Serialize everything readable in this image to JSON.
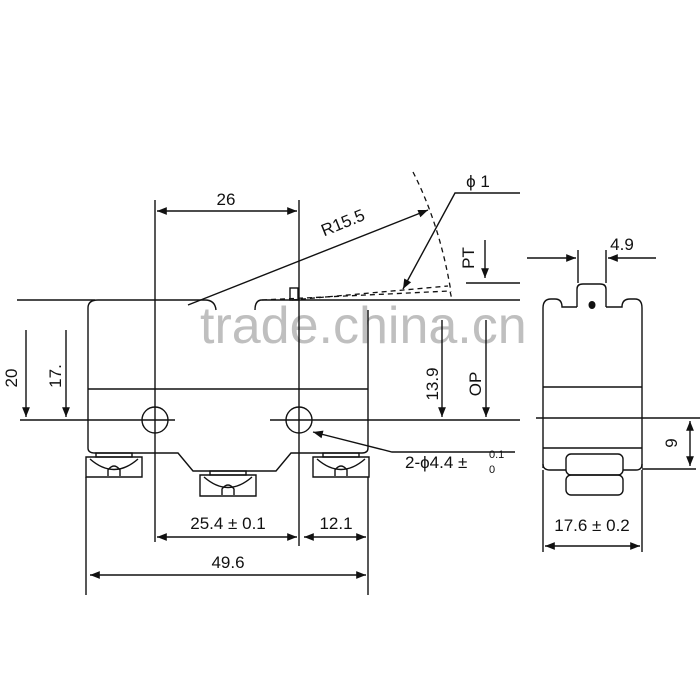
{
  "labels": {
    "dim_26": "26",
    "radius": "R15.5",
    "phi1": "ϕ 1",
    "pt": "PT",
    "op": "OP",
    "dim_13_9": "13.9",
    "dim_20": "20",
    "dim_17": "17.",
    "holes": "2-ϕ4.4 ±",
    "tol_upper": "0.1",
    "tol_lower": "0",
    "dim_25_4": "25.4 ± 0.1",
    "dim_12_1": "12.1",
    "dim_49_6": "49.6",
    "dim_4_9": "4.9",
    "dim_9": "9",
    "dim_17_6": "17.6 ± 0.2"
  },
  "watermark": "trade.china.cn"
}
